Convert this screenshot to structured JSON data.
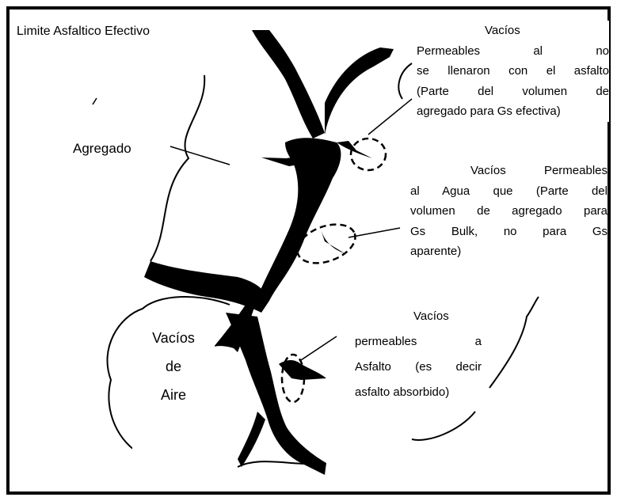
{
  "title": "Limite Asfaltico Efectivo",
  "labels": {
    "agregado": "Agregado",
    "vacios_aire": [
      "Vacíos",
      "de",
      "Aire"
    ],
    "vacios_no_llenados": [
      "Vacíos",
      "Permeables al no",
      "se llenaron con el asfalto",
      "(Parte del volumen de",
      "agregado para Gs efectiva)"
    ],
    "vacios_agua": [
      "Vacíos Permeables",
      "al Agua que (Parte del",
      "volumen de agregado para",
      "Gs Bulk, no para Gs",
      "aparente)"
    ],
    "vacios_asfalto": [
      "Vacíos",
      "permeables a",
      "Asfalto (es decir",
      "asfalto absorbido)"
    ]
  },
  "colors": {
    "ink": "#000000",
    "paper": "#ffffff"
  }
}
